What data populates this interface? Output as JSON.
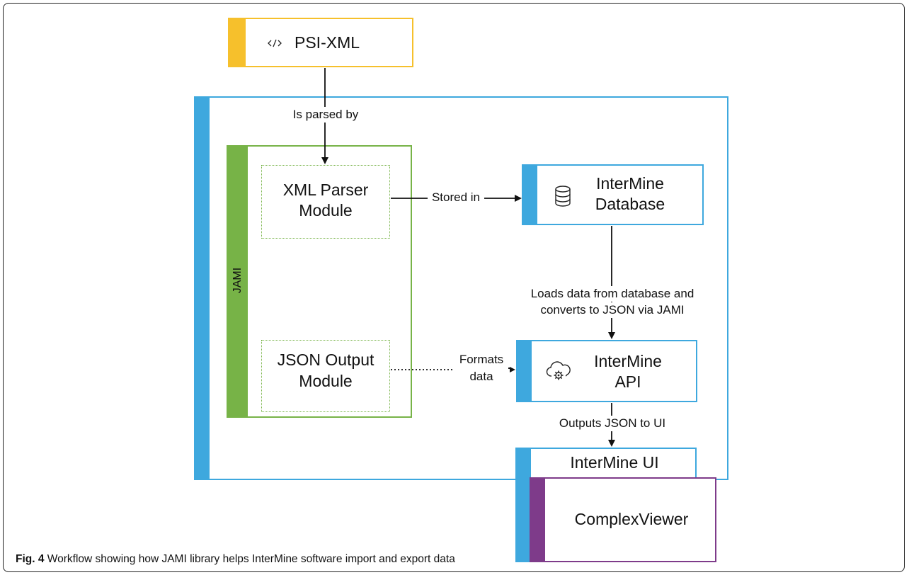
{
  "colors": {
    "xml": "#f6c02c",
    "jami": "#77b347",
    "intermine": "#3ea8de",
    "complexviewer": "#7e3b8a"
  },
  "nodes": {
    "psi_xml": {
      "label": "PSI-XML",
      "icon": "code-icon"
    },
    "jami": {
      "label": "JAMI"
    },
    "xml_parser": {
      "line1": "XML Parser",
      "line2": "Module"
    },
    "json_output": {
      "line1": "JSON Output",
      "line2": "Module"
    },
    "db": {
      "line1": "InterMine",
      "line2": "Database",
      "icon": "database-icon"
    },
    "api": {
      "line1": "InterMine",
      "line2": "API",
      "icon": "cloud-gear-icon"
    },
    "ui": {
      "label": "InterMine UI"
    },
    "complexviewer": {
      "label": "ComplexViewer"
    }
  },
  "edges": {
    "parsed": "Is parsed by",
    "stored": "Stored in",
    "loads_line1": "Loads data from database and",
    "loads_line2": "converts to JSON via JAMI",
    "formats_line1": "Formats",
    "formats_line2": "data",
    "outputs": "Outputs JSON to UI"
  },
  "caption": {
    "fig": "Fig. 4",
    "text": "Workflow showing how JAMI library helps InterMine software import and export data"
  }
}
